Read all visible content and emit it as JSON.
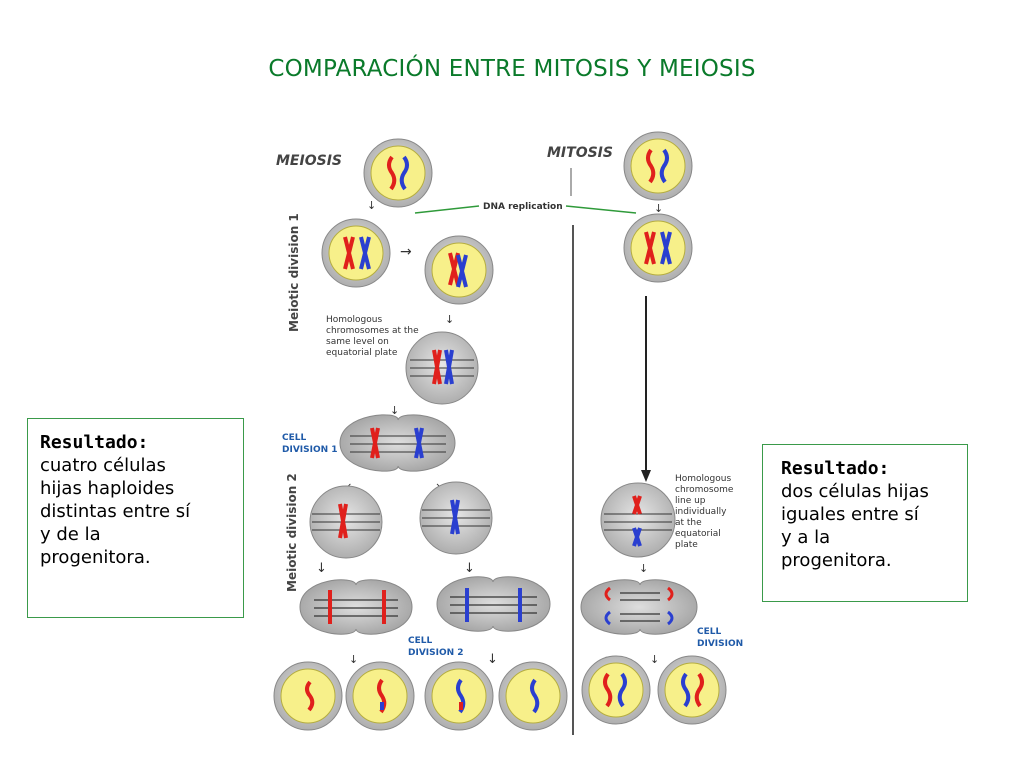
{
  "title": "COMPARACIÓN ENTRE MITOSIS Y MEIOSIS",
  "diagram": {
    "meiosis_label": "MEIOSIS",
    "mitosis_label": "MITOSIS",
    "dna_replication": "DNA replication",
    "meiotic_division_1": "Meiotic division 1",
    "meiotic_division_2": "Meiotic division 2",
    "homologous_same_level": [
      "Homologous",
      "chromosomes at the",
      "same level on",
      "equatorial plate"
    ],
    "cell_division_1": [
      "CELL",
      "DIVISION 1"
    ],
    "cell_division_2": [
      "CELL",
      "DIVISION 2"
    ],
    "homologous_line_up": [
      "Homologous",
      "chromosome",
      "line up",
      "individually",
      "at the",
      "equatorial",
      "plate"
    ],
    "cell_division": [
      "CELL",
      "DIVISION"
    ]
  },
  "result_left": {
    "heading": "Resultado:",
    "lines": [
      "cuatro células",
      "hijas haploides",
      "distintas entre sí",
      "y de la",
      "progenitora."
    ]
  },
  "result_right": {
    "heading": "Resultado:",
    "lines": [
      "dos células hijas",
      "iguales entre sí",
      "y a la",
      "progenitora."
    ]
  },
  "colors": {
    "title": "#0a7a2a",
    "paternal": "#e0201c",
    "maternal": "#2a3fd0",
    "nucleus": "#f7f08a",
    "cell": "#c9c9c9",
    "label_blue": "#1f5aa8",
    "line_green": "#2f9a3a"
  }
}
